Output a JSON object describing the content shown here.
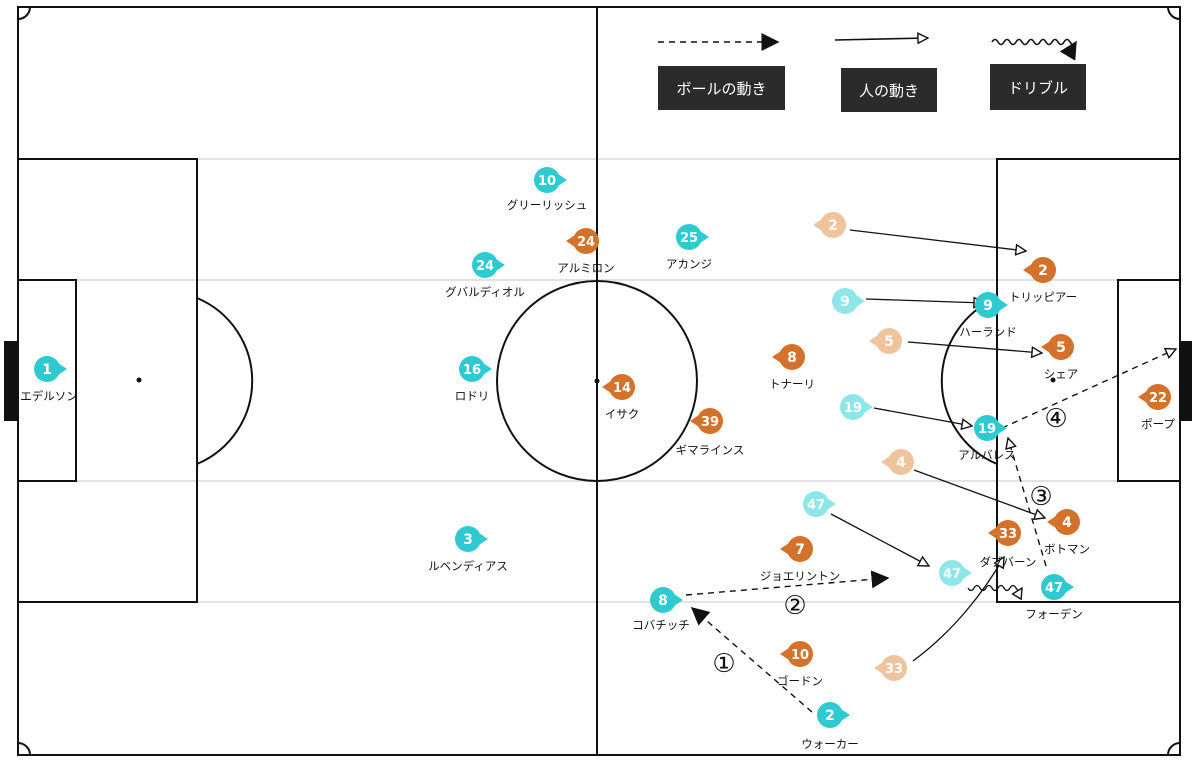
{
  "legend": {
    "ball_movement": "ボールの動き",
    "player_movement": "人の動き",
    "dribble": "ドリブル"
  },
  "colors": {
    "team_a": "#2ecad0",
    "team_a_prev": "#8ee6e8",
    "team_b": "#d4712a",
    "team_b_prev": "#efc49d",
    "line": "#111111",
    "stripe": "#e4e4e4",
    "legend_bg": "#2b2b2b"
  },
  "step_labels": [
    "①",
    "②",
    "③",
    "④"
  ],
  "players": [
    {
      "team": "a",
      "number": "1",
      "name": "エデルソン"
    },
    {
      "team": "a",
      "number": "10",
      "name": "グリーリッシュ"
    },
    {
      "team": "a",
      "number": "24",
      "name": "グバルディオル"
    },
    {
      "team": "a",
      "number": "16",
      "name": "ロドリ"
    },
    {
      "team": "a",
      "number": "3",
      "name": "ルベンディアス"
    },
    {
      "team": "a",
      "number": "25",
      "name": "アカンジ"
    },
    {
      "team": "a",
      "number": "8",
      "name": "コバチッチ"
    },
    {
      "team": "a",
      "number": "2",
      "name": "ウォーカー"
    },
    {
      "team": "a",
      "number": "9",
      "name": "ハーランド"
    },
    {
      "team": "a",
      "number": "19",
      "name": "アルバレス"
    },
    {
      "team": "a",
      "number": "47",
      "name": "フォーデン"
    },
    {
      "team": "b",
      "number": "24",
      "name": "アルミロン"
    },
    {
      "team": "b",
      "number": "14",
      "name": "イサク"
    },
    {
      "team": "b",
      "number": "39",
      "name": "ギマラインス"
    },
    {
      "team": "b",
      "number": "8",
      "name": "トナーリ"
    },
    {
      "team": "b",
      "number": "7",
      "name": "ジョエリントン"
    },
    {
      "team": "b",
      "number": "10",
      "name": "ゴードン"
    },
    {
      "team": "b",
      "number": "2",
      "name": "トリッピアー"
    },
    {
      "team": "b",
      "number": "5",
      "name": "シェア"
    },
    {
      "team": "b",
      "number": "22",
      "name": "ポープ"
    },
    {
      "team": "b",
      "number": "4",
      "name": "ボトマン"
    },
    {
      "team": "b",
      "number": "33",
      "name": "ダブバーン"
    }
  ],
  "ghosts": [
    {
      "team": "a",
      "number": "9"
    },
    {
      "team": "a",
      "number": "19"
    },
    {
      "team": "a",
      "number": "47"
    },
    {
      "team": "a",
      "number": "47"
    },
    {
      "team": "b",
      "number": "2"
    },
    {
      "team": "b",
      "number": "5"
    },
    {
      "team": "b",
      "number": "4"
    },
    {
      "team": "b",
      "number": "33"
    }
  ]
}
